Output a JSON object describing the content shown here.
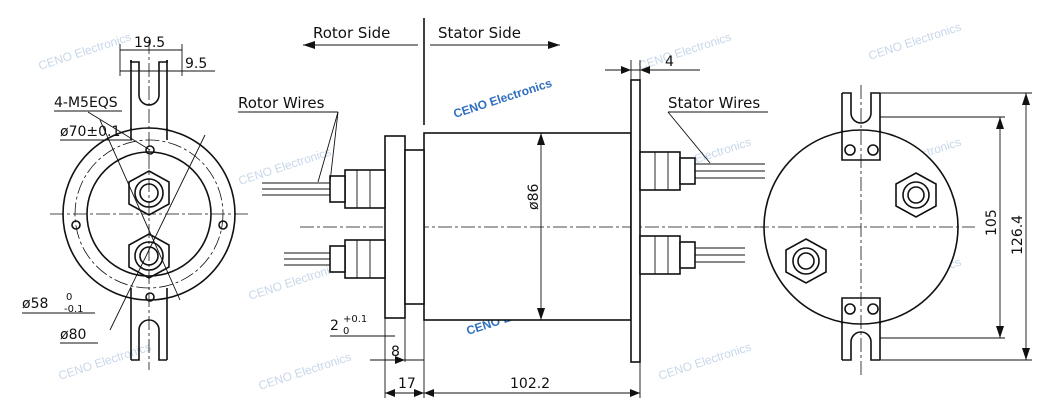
{
  "labels": {
    "rotor_side": "Rotor Side",
    "stator_side": "Stator Side",
    "rotor_wires": "Rotor Wires",
    "stator_wires": "Stator Wires",
    "mounting_holes": "4-M5EQS"
  },
  "dimensions": {
    "d_19_5": "19.5",
    "d_9_5": "9.5",
    "d_4": "4",
    "d_phi70": "ø70±0.1",
    "d_phi58": "ø58",
    "d_phi58_tol_upper": "0",
    "d_phi58_tol_lower": "-0.1",
    "d_phi80": "ø80",
    "d_phi86": "ø86",
    "d_2": "2",
    "d_2_tol_upper": "+0.1",
    "d_2_tol_lower": "0",
    "d_8": "8",
    "d_17": "17",
    "d_102_2": "102.2",
    "d_105": "105",
    "d_126_4": "126.4"
  },
  "watermark": {
    "text": "CENO Electronics"
  },
  "colors": {
    "line": "#111111",
    "watermark_faint": "#9bb7d8",
    "watermark_strong": "#2f6fc0",
    "background": "#ffffff"
  }
}
